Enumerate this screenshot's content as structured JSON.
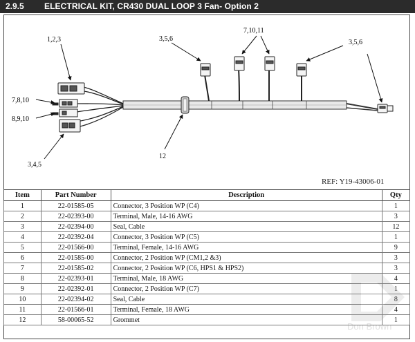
{
  "header": {
    "section": "2.9.5",
    "title": "ELECTRICAL KIT, CR430 DUAL LOOP 3 Fan- Option 2"
  },
  "diagram": {
    "callouts": {
      "c1": "1,2,3",
      "c2": "7,8,10",
      "c3": "8,9,10",
      "c4": "3,4,5",
      "c5": "3,5,6",
      "c6": "7,10,11",
      "c7": "3,5,6",
      "c8": "12"
    },
    "ref": "REF: Y19-43006-01"
  },
  "table": {
    "headers": {
      "item": "Item",
      "part_number": "Part Number",
      "description": "Description",
      "qty": "Qty"
    },
    "rows": [
      {
        "item": "1",
        "part": "22-01585-05",
        "desc": "Connector, 3 Position WP (C4)",
        "qty": "1"
      },
      {
        "item": "2",
        "part": "22-02393-00",
        "desc": "Terminal, Male, 14-16 AWG",
        "qty": "3"
      },
      {
        "item": "3",
        "part": "22-02394-00",
        "desc": "Seal, Cable",
        "qty": "12"
      },
      {
        "item": "4",
        "part": "22-02392-04",
        "desc": "Connector, 3 Position WP (C5)",
        "qty": "1"
      },
      {
        "item": "5",
        "part": "22-01566-00",
        "desc": "Terminal, Female, 14-16 AWG",
        "qty": "9"
      },
      {
        "item": "6",
        "part": "22-01585-00",
        "desc": "Connector, 2 Position WP (CM1,2 &3)",
        "qty": "3"
      },
      {
        "item": "7",
        "part": "22-01585-02",
        "desc": "Connector, 2 Position WP (C6, HPS1 & HPS2)",
        "qty": "3"
      },
      {
        "item": "8",
        "part": "22-02393-01",
        "desc": "Terminal, Male, 18 AWG",
        "qty": "4"
      },
      {
        "item": "9",
        "part": "22-02392-01",
        "desc": "Connector, 2 Position WP (C7)",
        "qty": "1"
      },
      {
        "item": "10",
        "part": "22-02394-02",
        "desc": "Seal, Cable",
        "qty": "8"
      },
      {
        "item": "11",
        "part": "22-01566-01",
        "desc": "Terminal, Female, 18 AWG",
        "qty": "4"
      },
      {
        "item": "12",
        "part": "58-00065-52",
        "desc": "Grommet",
        "qty": "1"
      }
    ]
  },
  "watermark": {
    "text": "Don Brown"
  }
}
